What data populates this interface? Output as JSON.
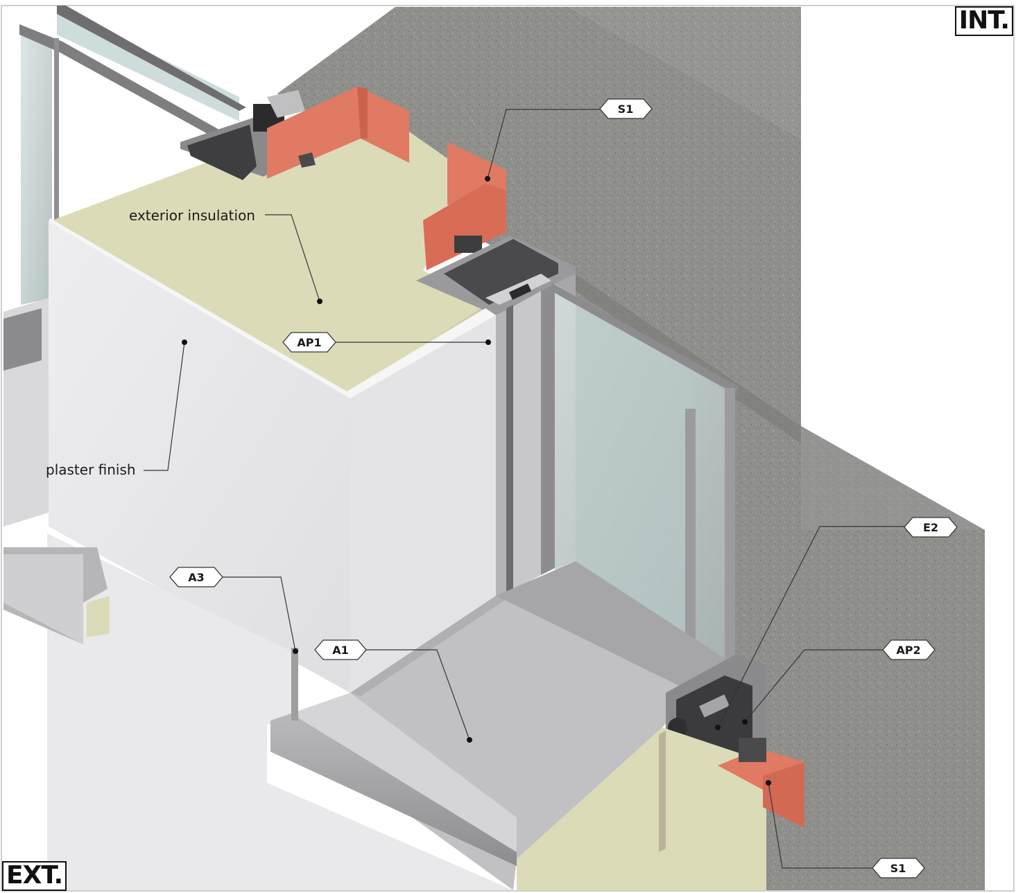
{
  "corners": {
    "interior": "INT.",
    "exterior": "EXT."
  },
  "notes": {
    "exterior_insulation": "exterior insulation",
    "plaster_finish": "plaster finish"
  },
  "tags": {
    "s1_top": "S1",
    "ap1": "AP1",
    "a3": "A3",
    "a1": "A1",
    "e2": "E2",
    "ap2": "AP2",
    "s1_bottom": "S1"
  },
  "colors": {
    "concrete": "#8e8e8b",
    "insulation": "#dcdbb8",
    "plaster": "#e6e6e8",
    "bracket": "#e07a62",
    "aluminium": "#a9a9ab",
    "glass": "#c7d6d6"
  }
}
